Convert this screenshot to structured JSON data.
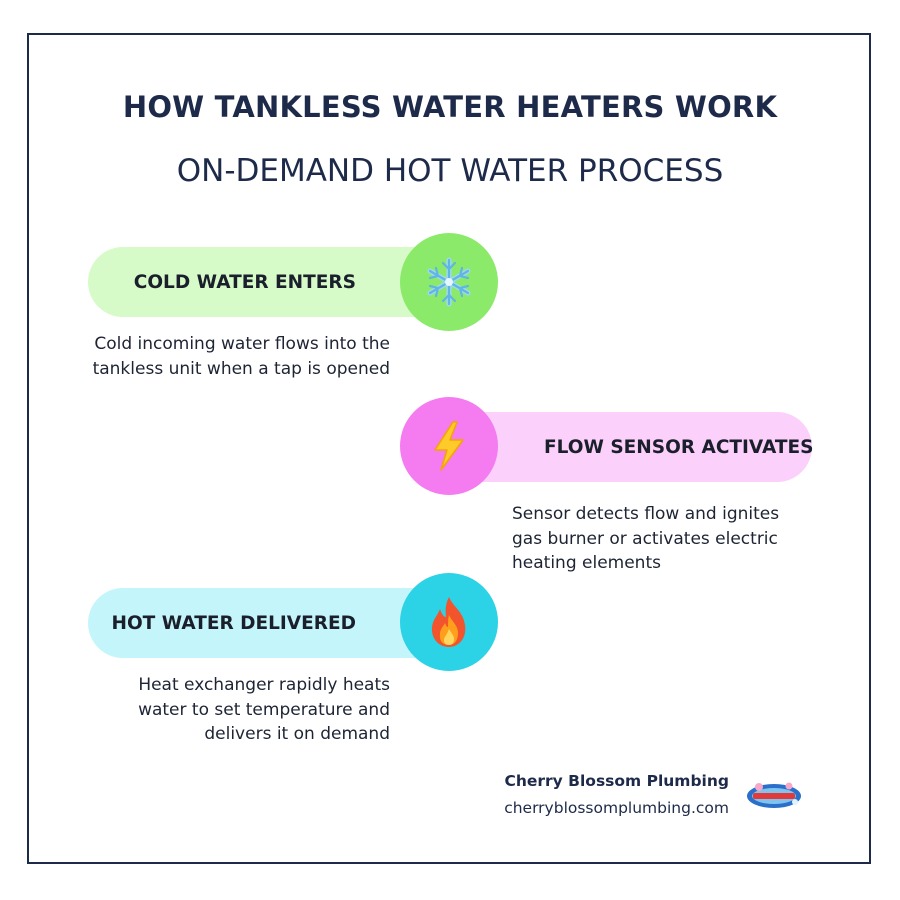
{
  "title": "HOW TANKLESS WATER HEATERS WORK",
  "subtitle": "ON-DEMAND HOT WATER PROCESS",
  "steps": [
    {
      "label": "COLD WATER ENTERS",
      "description": "Cold incoming water flows into the tankless unit when a tap is opened",
      "icon": "snowflake-icon",
      "pill_color": "#d6fbc8",
      "circle_color": "#8bea6a"
    },
    {
      "label": "FLOW SENSOR ACTIVATES",
      "description": "Sensor detects flow and ignites gas burner or activates electric heating elements",
      "icon": "lightning-icon",
      "pill_color": "#fbd0fa",
      "circle_color": "#f47cf0"
    },
    {
      "label": "HOT WATER DELIVERED",
      "description": "Heat exchanger rapidly heats water to set temperature and delivers it on demand",
      "icon": "fire-icon",
      "pill_color": "#c4f5fb",
      "circle_color": "#2cd2e5"
    }
  ],
  "footer": {
    "company": "Cherry Blossom Plumbing",
    "website": "cherryblossomplumbing.com"
  },
  "colors": {
    "text_dark": "#1e2a4a",
    "border": "#1e2a4a"
  }
}
